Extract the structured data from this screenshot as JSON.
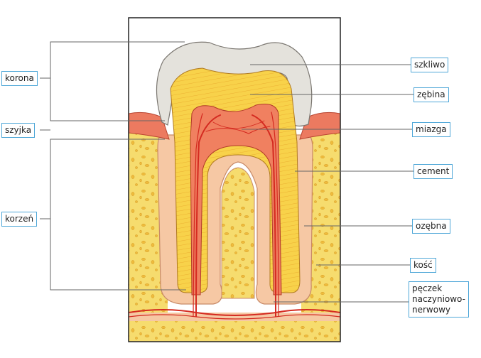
{
  "labels_left": {
    "korona": "korona",
    "szyjka": "szyjka",
    "korzen": "korzeń"
  },
  "labels_right": {
    "szkliwo": "szkliwo",
    "zebina": "zębina",
    "miazga": "miazga",
    "cement": "cement",
    "ozebna": "ozębna",
    "kosc": "kość",
    "peczek": "pęczek\nnaczyniowo-\nnerwowy"
  },
  "colors": {
    "enamel": "#e4e2dc",
    "dentin": "#f8d24a",
    "pulp": "#f08060",
    "vessel": "#d42a20",
    "gum": "#ec7a60",
    "cement": "#f6c8a4",
    "bone": "#f6dc6e",
    "bone_spot": "#eebc3c",
    "label_border": "#4fa7d8"
  }
}
